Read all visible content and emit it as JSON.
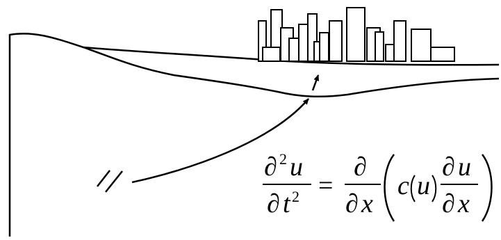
{
  "colors": {
    "ink": "#000000",
    "background": "#ffffff"
  },
  "diagram": {
    "icon": "fault-source-icon",
    "equation": {
      "lhs_num_partial": "∂",
      "lhs_num_sup": "2",
      "lhs_num_var": "u",
      "lhs_den_partial": "∂",
      "lhs_den_var": "t",
      "lhs_den_sup": "2",
      "equals": "=",
      "rhs_frac1_num": "∂",
      "rhs_frac1_den_partial": "∂",
      "rhs_frac1_den_var": "x",
      "coef_c": "c",
      "coef_u": "u",
      "rhs_frac2_num_partial": "∂",
      "rhs_frac2_num_var": "u",
      "rhs_frac2_den_partial": "∂",
      "rhs_frac2_den_var": "x"
    }
  }
}
